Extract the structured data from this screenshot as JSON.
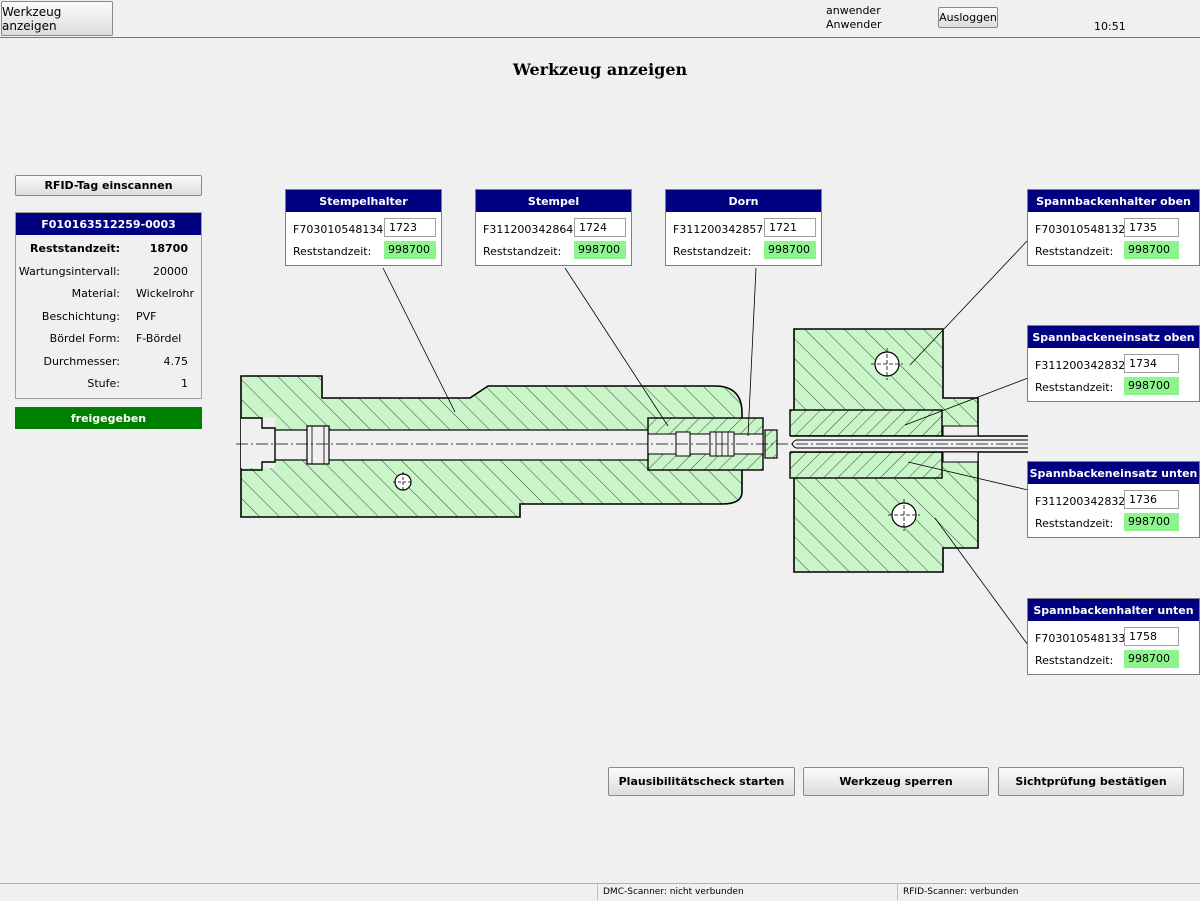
{
  "topbar": {
    "screen_button": "Werkzeug anzeigen",
    "user_login": "anwender",
    "user_name": "Anwender",
    "logout_button": "Ausloggen",
    "time": "10:51"
  },
  "page_title": "Werkzeug anzeigen",
  "left_panel": {
    "rfid_button": "RFID-Tag einscannen",
    "tool_id": "F010163512259-0003",
    "rows": [
      {
        "label": "Reststandzeit:",
        "value": "18700"
      },
      {
        "label": "Wartungsintervall:",
        "value": "20000"
      },
      {
        "label": "Material:",
        "value": "Wickelrohr"
      },
      {
        "label": "Beschichtung:",
        "value": "PVF"
      },
      {
        "label": "Bördel Form:",
        "value": "F-Bördel"
      },
      {
        "label": "Durchmesser:",
        "value": "4.75"
      },
      {
        "label": "Stufe:",
        "value": "1"
      }
    ],
    "status": "freigegeben",
    "status_color": "#008000"
  },
  "components": [
    {
      "title": "Stempelhalter",
      "part_no": "F703010548134",
      "id": "1723",
      "rest_label": "Reststandzeit:",
      "rest_value": "998700"
    },
    {
      "title": "Stempel",
      "part_no": "F311200342864",
      "id": "1724",
      "rest_label": "Reststandzeit:",
      "rest_value": "998700"
    },
    {
      "title": "Dorn",
      "part_no": "F311200342857",
      "id": "1721",
      "rest_label": "Reststandzeit:",
      "rest_value": "998700"
    },
    {
      "title": "Spannbackenhalter oben",
      "part_no": "F703010548132",
      "id": "1735",
      "rest_label": "Reststandzeit:",
      "rest_value": "998700"
    },
    {
      "title": "Spannbackeneinsatz oben",
      "part_no": "F311200342832",
      "id": "1734",
      "rest_label": "Reststandzeit:",
      "rest_value": "998700"
    },
    {
      "title": "Spannbackeneinsatz unten",
      "part_no": "F311200342832",
      "id": "1736",
      "rest_label": "Reststandzeit:",
      "rest_value": "998700"
    },
    {
      "title": "Spannbackenhalter unten",
      "part_no": "F703010548133",
      "id": "1758",
      "rest_label": "Reststandzeit:",
      "rest_value": "998700"
    }
  ],
  "actions": {
    "plausibility": "Plausibilitätscheck starten",
    "lock_tool": "Werkzeug sperren",
    "confirm_visual": "Sichtprüfung bestätigen"
  },
  "statusbar": {
    "dmc": "DMC-Scanner: nicht verbunden",
    "rfid": "RFID-Scanner: verbunden"
  },
  "colors": {
    "header_blue": "#000080",
    "ok_green": "#008000",
    "value_green": "#8ef58e",
    "part_fill": "#c9f5c9"
  }
}
